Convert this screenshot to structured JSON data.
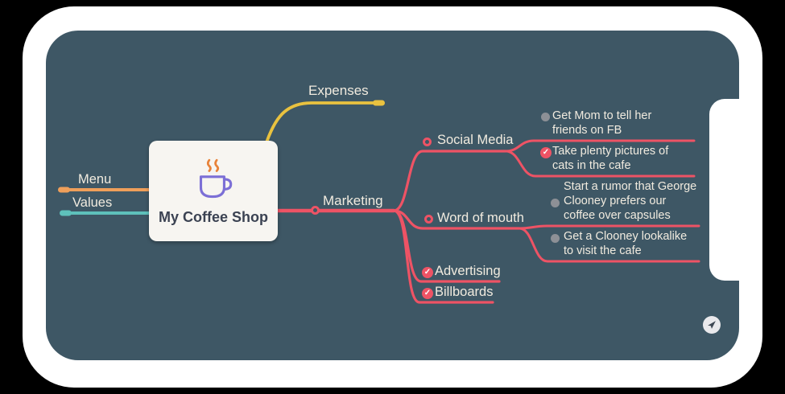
{
  "device": {
    "frame_color": "#ffffff",
    "outer_background": "#000000",
    "screen_background": "#3e5765"
  },
  "palette": {
    "branch_red": "#ee5365",
    "branch_orange": "#ef9f5a",
    "branch_teal": "#5ec1bb",
    "branch_yellow": "#e9c23f",
    "text_light": "#f1ebdf",
    "text_dark": "#3b4252",
    "bullet_gray": "#8d9096",
    "node_background": "#f7f5f1"
  },
  "root": {
    "title": "My Coffee Shop"
  },
  "branches": {
    "menu": {
      "label": "Menu",
      "color": "#ef9f5a",
      "collapsed": true
    },
    "values": {
      "label": "Values",
      "color": "#5ec1bb",
      "collapsed": true
    },
    "expenses": {
      "label": "Expenses",
      "color": "#e9c23f",
      "collapsed": true
    },
    "marketing": {
      "label": "Marketing",
      "color": "#ee5365"
    }
  },
  "subtopics": {
    "social_media": {
      "label": "Social Media"
    },
    "word_of_mouth": {
      "label": "Word of mouth"
    },
    "advertising": {
      "label": "Advertising",
      "checked": true
    },
    "billboards": {
      "label": "Billboards",
      "checked": true
    }
  },
  "tasks": {
    "fb": {
      "lines": [
        "Get Mom to tell her",
        "friends on FB"
      ],
      "checked": false
    },
    "cats": {
      "lines": [
        "Take plenty pictures of",
        "cats in the cafe"
      ],
      "checked": true
    },
    "rumor": {
      "lines": [
        "Start a rumor that George",
        "Clooney prefers our",
        "coffee over capsules"
      ],
      "checked": false
    },
    "lookalike": {
      "lines": [
        "Get a Clooney lookalike",
        "to visit the cafe"
      ],
      "checked": false
    }
  },
  "glyphs": {
    "check": "✓"
  }
}
